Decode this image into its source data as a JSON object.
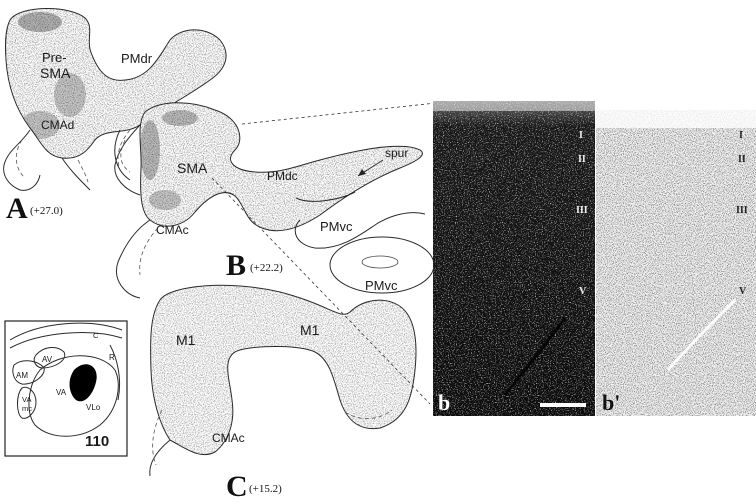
{
  "section_a": {
    "letter": "A",
    "coord": "(+27.0)",
    "labels": {
      "pre": "Pre-",
      "sma": "SMA",
      "pmdr": "PMdr",
      "cmad": "CMAd"
    }
  },
  "section_b": {
    "letter": "B",
    "coord": "(+22.2)",
    "labels": {
      "sma": "SMA",
      "pmdc": "PMdc",
      "spur": "spur",
      "pmvc_1": "PMvc",
      "pmvc_2": "PMvc",
      "cmac": "CMAc"
    }
  },
  "section_c": {
    "letter": "C",
    "coord": "(+15.2)",
    "labels": {
      "m1_left": "M1",
      "m1_right": "M1",
      "cmac": "CMAc"
    }
  },
  "thalamus_inset": {
    "labels": {
      "av": "AV",
      "am": "AM",
      "va": "VA",
      "vlo": "VLo",
      "vamc": "VA\nmc",
      "c": "C",
      "r": "R"
    },
    "number": "110"
  },
  "photo_b": {
    "label": "b",
    "layers": [
      "I",
      "II",
      "III",
      "V"
    ]
  },
  "photo_b_prime": {
    "label": "b'",
    "layers": [
      "I",
      "II",
      "III",
      "V"
    ]
  },
  "colors": {
    "ink": "#1a1a1a",
    "darkfield": "#0b0b0b",
    "lesion": "#000000"
  }
}
